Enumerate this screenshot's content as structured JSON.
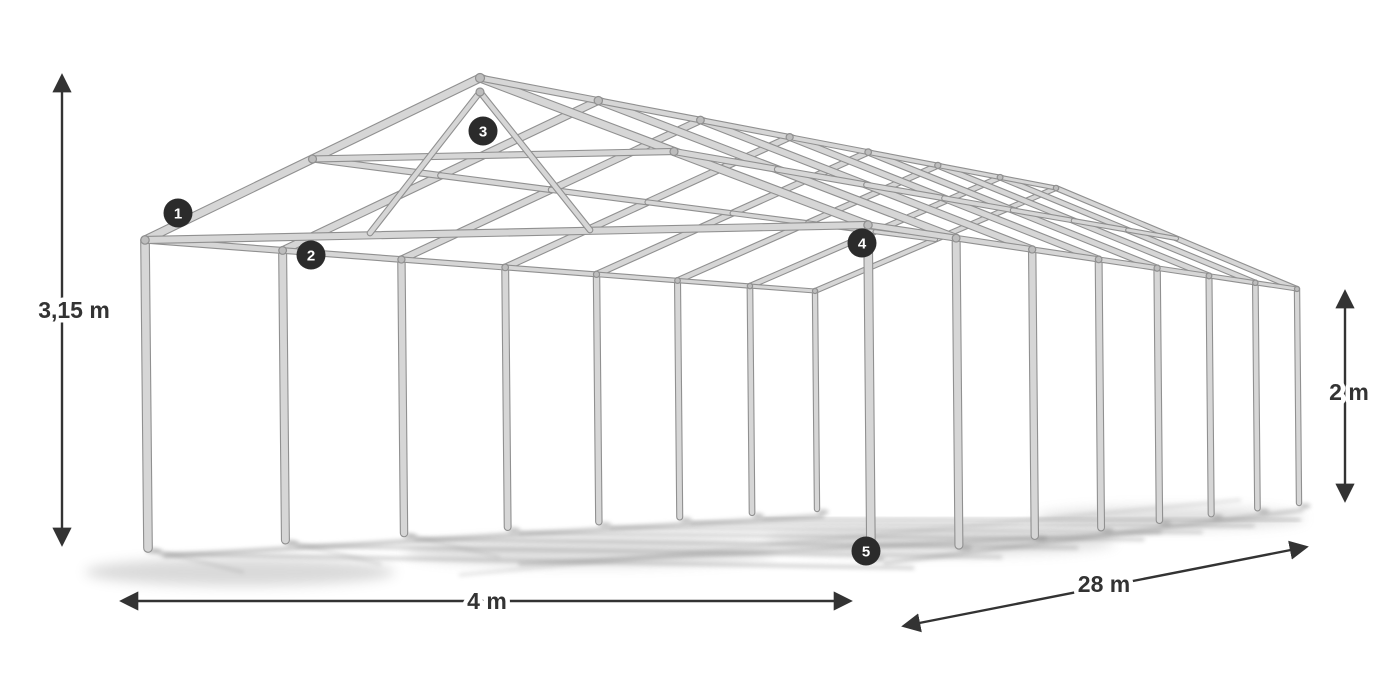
{
  "dimensions": {
    "total_height": {
      "label": "3,15 m"
    },
    "side_height": {
      "label": "2 m"
    },
    "width": {
      "label": "4 m"
    },
    "length": {
      "label": "28 m"
    }
  },
  "badges": [
    {
      "number": "1"
    },
    {
      "number": "2"
    },
    {
      "number": "3"
    },
    {
      "number": "4"
    },
    {
      "number": "5"
    }
  ],
  "colors": {
    "background": "#ffffff",
    "frame": "#d6d6d6",
    "frame_edge": "#909090",
    "connector": "#bdbdbd",
    "shadow": "#8c8c8c",
    "annotation": "#333333",
    "badge_bg": "#2b2b2b",
    "badge_text": "#ffffff"
  }
}
